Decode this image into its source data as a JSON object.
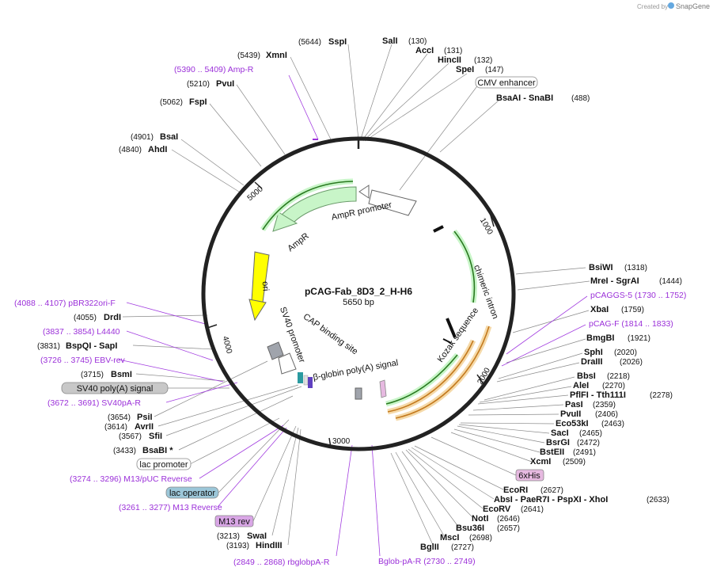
{
  "watermark": "Created by",
  "brand": "SnapGene",
  "plasmid": {
    "name": "pCAG-Fab_8D3_2_H-H6",
    "size": "5650 bp"
  },
  "ticks": [
    {
      "label": "1000"
    },
    {
      "label": "2000"
    },
    {
      "label": "3000"
    },
    {
      "label": "4000"
    },
    {
      "label": "5000"
    }
  ],
  "features": [
    {
      "label": "AmpR promoter"
    },
    {
      "label": "AmpR"
    },
    {
      "label": "ori"
    },
    {
      "label": "SV40 promoter"
    },
    {
      "label": "CAP binding site"
    },
    {
      "label": "β-globin poly(A) signal"
    },
    {
      "label": "Kozak sequence"
    },
    {
      "label": "chimeric intron"
    }
  ],
  "sites": [
    {
      "pos": "(5644)",
      "name": "SspI"
    },
    {
      "name": "SalI",
      "pos": "(130)"
    },
    {
      "name": "AccI",
      "pos": "(131)"
    },
    {
      "name": "HincII",
      "pos": "(132)"
    },
    {
      "name": "SpeI",
      "pos": "(147)"
    },
    {
      "boxed": "CMV enhancer"
    },
    {
      "name": "BsaAI   -  SnaBI",
      "pos": "(488)"
    },
    {
      "pos": "(5439)",
      "name": "XmnI"
    },
    {
      "pos": "(5210)",
      "name": "PvuI"
    },
    {
      "pos": "(5062)",
      "name": "FspI"
    },
    {
      "pos": "(4901)",
      "name": "BsaI"
    },
    {
      "pos": "(4840)",
      "name": "AhdI"
    },
    {
      "name": "BsiWI",
      "pos": "(1318)"
    },
    {
      "name": "MreI   -  SgrAI",
      "pos": "(1444)"
    },
    {
      "name": "XbaI",
      "pos": "(1759)"
    },
    {
      "name": "BmgBI",
      "pos": "(1921)"
    },
    {
      "name": "SphI",
      "pos": "(2020)"
    },
    {
      "name": "DraIII",
      "pos": "(2026)"
    },
    {
      "name": "BbsI",
      "pos": "(2218)"
    },
    {
      "name": "AleI",
      "pos": "(2270)"
    },
    {
      "name": "PflFI   -  Tth111I",
      "pos": "(2278)"
    },
    {
      "name": "PasI",
      "pos": "(2359)"
    },
    {
      "name": "PvuII",
      "pos": "(2406)"
    },
    {
      "name": "Eco53kI",
      "pos": "(2463)"
    },
    {
      "name": "SacI",
      "pos": "(2465)"
    },
    {
      "name": "BsrGI",
      "pos": "(2472)"
    },
    {
      "name": "BstEII",
      "pos": "(2491)"
    },
    {
      "name": "XcmI",
      "pos": "(2509)"
    },
    {
      "boxed": "6xHis"
    },
    {
      "name": "EcoRI",
      "pos": "(2627)"
    },
    {
      "name": "AbsI   -  PaeR7I   -  PspXI   -  XhoI",
      "pos": "(2633)"
    },
    {
      "name": "EcoRV",
      "pos": "(2641)"
    },
    {
      "name": "NotI",
      "pos": "(2646)"
    },
    {
      "name": "Bsu36I",
      "pos": "(2657)"
    },
    {
      "name": "MscI",
      "pos": "(2698)"
    },
    {
      "name": "BglII",
      "pos": "(2727)"
    },
    {
      "pos": "(4055)",
      "name": "DrdI"
    },
    {
      "pos": "(3831)",
      "name": "BspQI   -  SapI"
    },
    {
      "pos": "(3715)",
      "name": "BsmI"
    },
    {
      "boxed": "SV40 poly(A) signal"
    },
    {
      "pos": "(3654)",
      "name": "PsiI"
    },
    {
      "pos": "(3614)",
      "name": "AvrII"
    },
    {
      "pos": "(3567)",
      "name": "SfiI"
    },
    {
      "pos": "(3433)",
      "name": "BsaBI *"
    },
    {
      "boxed": "lac promoter"
    },
    {
      "boxed": "lac operator"
    },
    {
      "boxed": "M13 rev"
    },
    {
      "pos": "(3213)",
      "name": "SwaI"
    },
    {
      "pos": "(3193)",
      "name": "HindIII"
    }
  ],
  "primers": [
    {
      "text": "(5390 .. 5409)  Amp-R"
    },
    {
      "text": "pCAGGS-5    (1730 .. 1752)"
    },
    {
      "text": "pCAG-F    (1814 .. 1833)"
    },
    {
      "text": "(4088 .. 4107)  pBR322ori-F"
    },
    {
      "text": "(3837 .. 3854)  L4440"
    },
    {
      "text": "(3726 .. 3745)  EBV-rev"
    },
    {
      "text": "(3672 .. 3691)  SV40pA-R"
    },
    {
      "text": "(3274 .. 3296)  M13/pUC Reverse"
    },
    {
      "text": "(3261 .. 3277)  M13 Reverse"
    },
    {
      "text": "(2849 .. 2868)  rbglobpA-R"
    },
    {
      "text": "Bglob-pA-R    (2730 .. 2749)"
    }
  ],
  "colors": {
    "backbone": "#222222",
    "feature_green": "#c8f5c8",
    "promoter_white": "#ffffff",
    "ori_yellow": "#ffff00",
    "primer_purple": "#9b30d9",
    "primer_orange": "#c47a1e",
    "lac_operator_box": "#9cc7d9",
    "sv40_box": "#c8c8c8",
    "his_box": "#e6b9e0",
    "m13rev_box": "#d9a6e6"
  }
}
